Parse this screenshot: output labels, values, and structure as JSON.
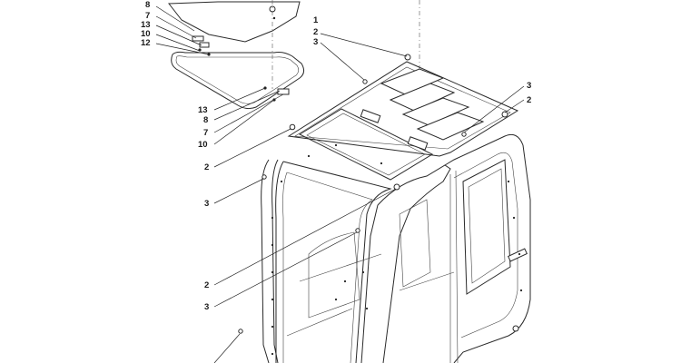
{
  "diagram": {
    "labels": {
      "n8_top": "8",
      "n7_top": "7",
      "n13_top": "13",
      "n10_top": "10",
      "n12_top": "12",
      "n1": "1",
      "n2_upper": "2",
      "n3_upper": "3",
      "n13_mid": "13",
      "n8_mid": "8",
      "n7_mid": "7",
      "n10_mid": "10",
      "n2_left": "2",
      "n3_left": "3",
      "n2_lower": "2",
      "n3_lower": "3",
      "n3_right": "3",
      "n2_right": "2"
    }
  }
}
